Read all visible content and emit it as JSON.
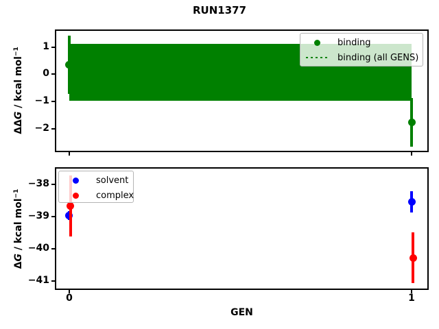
{
  "title": "RUN1377",
  "chart_data": [
    {
      "type": "errorbar",
      "title": "RUN1377",
      "ylabel": {
        "prefix": "ΔΔ",
        "var": "G",
        "unit": " / kcal mol",
        "sup": "−1"
      },
      "xlim": [
        -0.042,
        1.05
      ],
      "ylim": [
        -2.87,
        1.65
      ],
      "grid": false,
      "yticks": [
        {
          "v": 1,
          "label": "1"
        },
        {
          "v": 0,
          "label": "0"
        },
        {
          "v": -1,
          "label": "−1"
        },
        {
          "v": -2,
          "label": "−2"
        }
      ],
      "xticks": [
        {
          "v": 0,
          "label": ""
        },
        {
          "v": 1,
          "label": ""
        }
      ],
      "series": [
        {
          "name": "binding",
          "color": "#008000",
          "x": [
            0,
            1
          ],
          "y": [
            0.35,
            -1.77
          ],
          "yerr": [
            1.08,
            0.89
          ]
        }
      ],
      "band": {
        "name": "binding (all GENS)",
        "color": "#008000",
        "x0": 0,
        "x1": 1,
        "center": 0.07,
        "low": -0.97,
        "high": 1.11,
        "linestyle": "dotted"
      },
      "legend": {
        "position": "upper-right",
        "entries": [
          {
            "label": "binding",
            "marker": "dot",
            "color": "#008000"
          },
          {
            "label": "binding (all GENS)",
            "marker": "dotted-line",
            "color": "#008000"
          }
        ]
      }
    },
    {
      "type": "errorbar",
      "xlabel": "GEN",
      "ylabel": {
        "prefix": "Δ",
        "var": "G",
        "unit": " / kcal mol",
        "sup": "−1"
      },
      "xlim": [
        -0.042,
        1.05
      ],
      "ylim": [
        -41.28,
        -37.47
      ],
      "grid": false,
      "yticks": [
        {
          "v": -38,
          "label": "−38"
        },
        {
          "v": -39,
          "label": "−39"
        },
        {
          "v": -40,
          "label": "−40"
        },
        {
          "v": -41,
          "label": "−41"
        }
      ],
      "xticks": [
        {
          "v": 0,
          "label": "0"
        },
        {
          "v": 1,
          "label": "1"
        }
      ],
      "series": [
        {
          "name": "solvent",
          "color": "#0000ff",
          "x": [
            0,
            1
          ],
          "y": [
            -38.97,
            -38.54
          ],
          "yerr": [
            0.14,
            0.33
          ]
        },
        {
          "name": "complex",
          "color": "#ff0000",
          "x": [
            0,
            1
          ],
          "y": [
            -38.68,
            -40.28
          ],
          "yerr": [
            0.95,
            0.78
          ]
        }
      ],
      "legend": {
        "position": "upper-left",
        "entries": [
          {
            "label": "solvent",
            "marker": "dot",
            "color": "#0000ff"
          },
          {
            "label": "complex",
            "marker": "dot",
            "color": "#ff0000"
          }
        ]
      }
    }
  ]
}
